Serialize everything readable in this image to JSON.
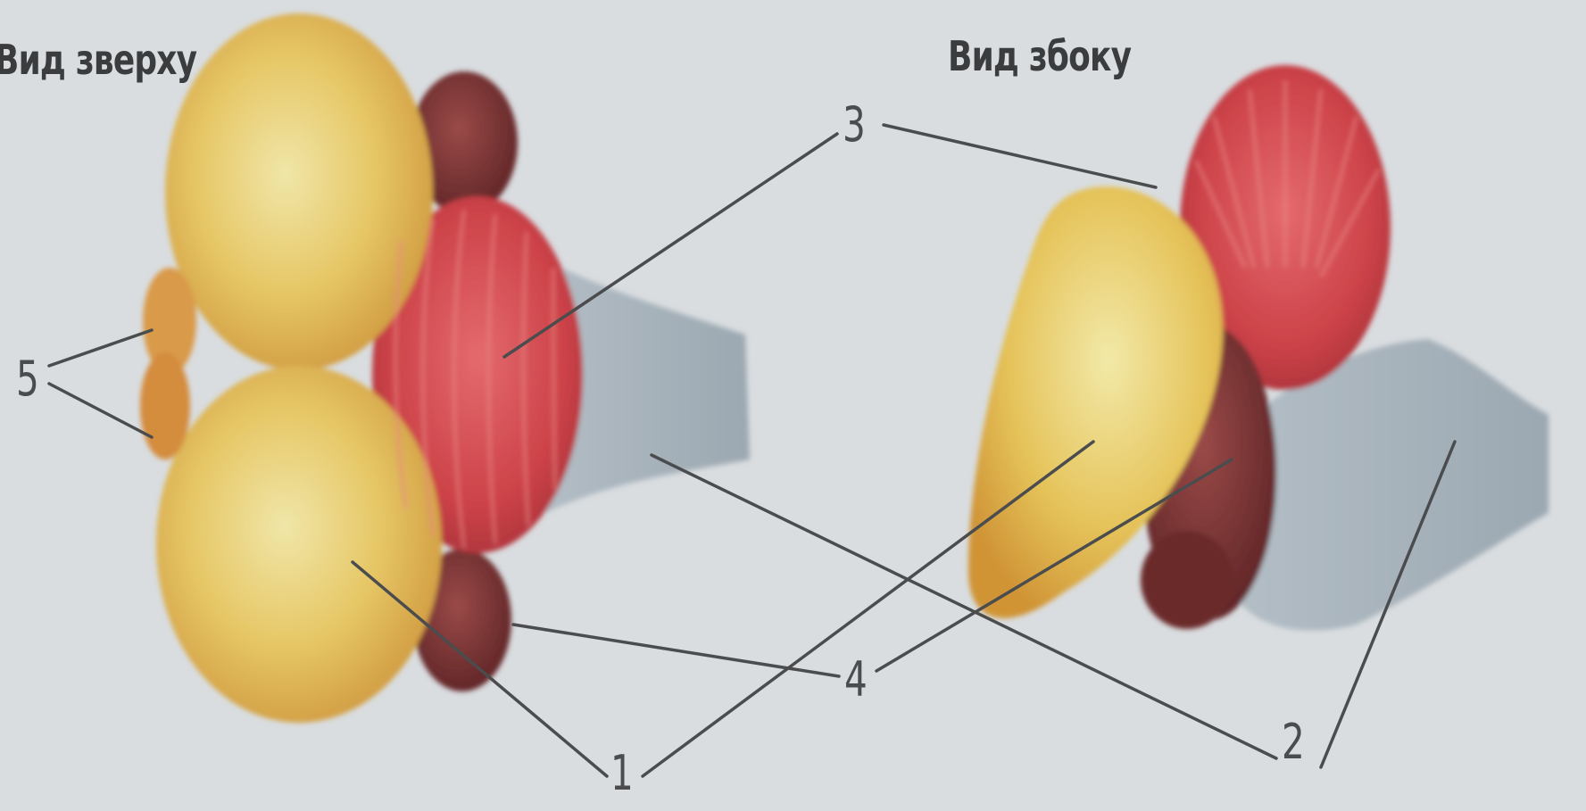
{
  "titles": {
    "top_view": "Вид зверху",
    "side_view": "Вид збоку"
  },
  "callouts": {
    "one": "1",
    "two": "2",
    "three": "3",
    "four": "4",
    "five": "5"
  },
  "colors": {
    "background": "#d9dde0",
    "hemisphere_yellow": "#e2bf5c",
    "cerebellum_red": "#c9454a",
    "brainstem_brown": "#6e2c2c",
    "medulla_grey": "#a9b4bc",
    "leader_line": "#4a4c4e"
  }
}
